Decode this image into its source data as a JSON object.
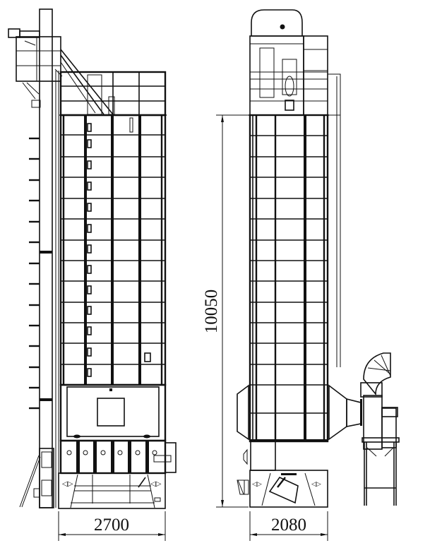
{
  "drawing": {
    "type": "engineering-elevation",
    "subject": "tower grain dryer",
    "views": [
      {
        "name": "side-elevation",
        "dimensions": {
          "width_label": "2700"
        }
      },
      {
        "name": "front-elevation",
        "dimensions": {
          "width_label": "2080",
          "height_label": "10050"
        }
      }
    ],
    "colors": {
      "line": "#111111",
      "background": "#ffffff"
    }
  }
}
